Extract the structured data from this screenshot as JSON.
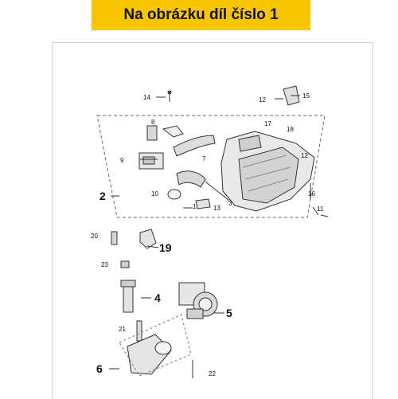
{
  "header": {
    "title": "Na obrázku díl číslo 1"
  },
  "callouts": {
    "c1": "1",
    "c2": "2",
    "c3": "3",
    "c4": "4",
    "c5": "5",
    "c6": "6",
    "c7": "7",
    "c8": "8",
    "c9": "9",
    "c10": "10",
    "c11": "11",
    "c12a": "12",
    "c12b": "12",
    "c13": "13",
    "c14": "14",
    "c15": "15",
    "c16": "16",
    "c17": "17",
    "c18": "18",
    "c19": "19",
    "c20": "20",
    "c21": "21",
    "c22": "22",
    "c23": "23"
  }
}
